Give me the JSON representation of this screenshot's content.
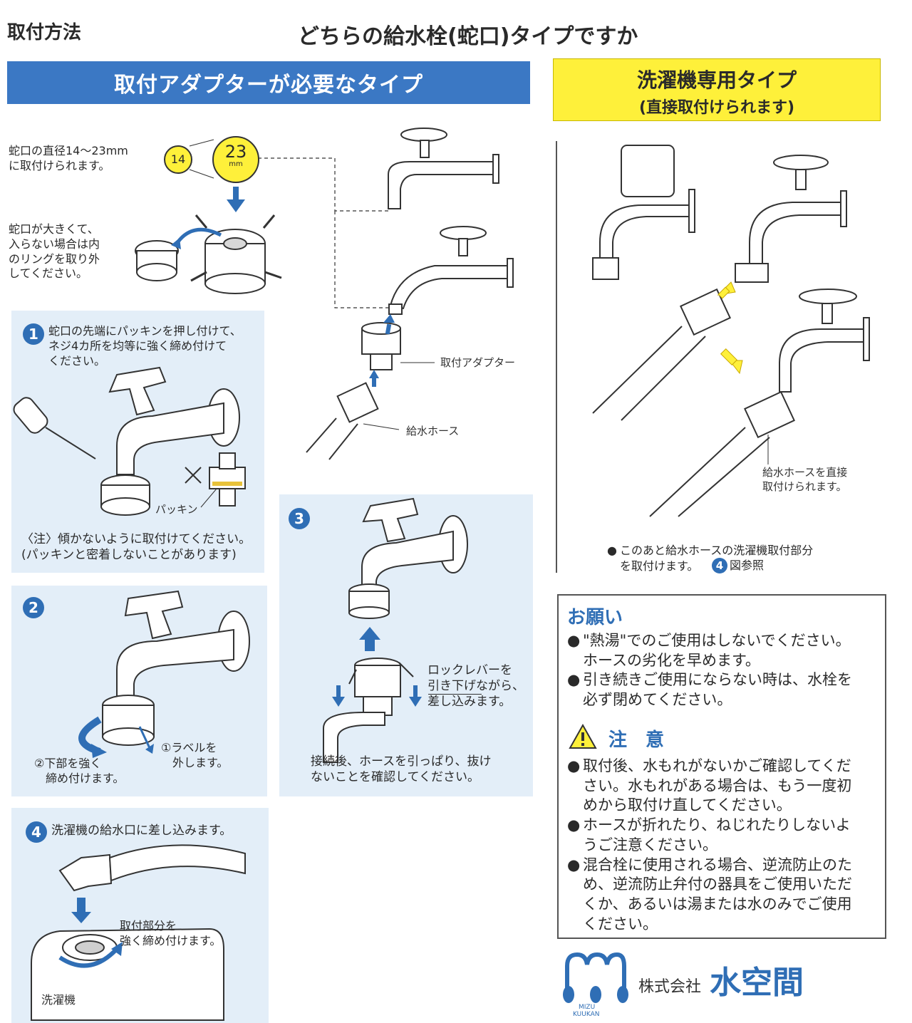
{
  "header": {
    "left_title": "取付方法",
    "center_title": "どちらの給水栓(蛇口)タイプですか"
  },
  "adapter_type": {
    "banner": "取付アダプターが必要なタイプ",
    "diameter_note": "蛇口の直径14〜23mm\nに取付けられます。",
    "size_small": "14",
    "size_large": "23",
    "size_unit": "mm",
    "ring_note": "蛇口が大きくて、\n入らない場合は内\nのリングを取り外\nしてください。",
    "label_adapter": "取付アダプター",
    "label_hose": "給水ホース"
  },
  "direct_type": {
    "banner_line1": "洗濯機専用タイプ",
    "banner_line2": "(直接取付けられます)",
    "label_direct": "給水ホースを直接\n取付けられます。",
    "note_prefix": "このあと給水ホースの洗濯機取付部分\nを取付けます。",
    "note_ref_num": "4",
    "note_ref_text": "図参照"
  },
  "steps": [
    {
      "num": "1",
      "text": "蛇口の先端にパッキンを押し付けて、\nネジ4カ所を均等に強く締め付けて\nください。",
      "label_packing": "パッキン",
      "caution": "〈注〉傾かないように取付けてください。\n(パッキンと密着しないことがあります)"
    },
    {
      "num": "2",
      "label_peel": "①ラベルを\n　外します。",
      "label_tighten": "②下部を強く\n　締め付けます。"
    },
    {
      "num": "3",
      "label_lever": "ロックレバーを\n引き下げながら、\n差し込みます。",
      "after_text": "接続後、ホースを引っぱり、抜け\nないことを確認してください。"
    },
    {
      "num": "4",
      "text": "洗濯機の給水口に差し込みます。",
      "label_tight": "取付部分を\n強く締め付けます。",
      "label_machine": "洗濯機"
    }
  ],
  "request": {
    "title": "お願い",
    "items": [
      "\"熱湯\"でのご使用はしないでください。\nホースの劣化を早めます。",
      "引き続きご使用にならない時は、水栓を\n必ず閉めてください。"
    ]
  },
  "caution": {
    "title": "注　意",
    "icon": "warning-triangle-icon",
    "items": [
      "取付後、水もれがないかご確認してくだ\nさい。水もれがある場合は、もう一度初\nめから取付け直してください。",
      "ホースが折れたり、ねじれたりしないよ\nうご注意ください。",
      "混合栓に使用される場合、逆流防止のた\nめ、逆流防止弁付の器具をご使用いただ\nくか、あるいは湯または水のみでご使用\nください。"
    ]
  },
  "company": {
    "prefix": "株式会社",
    "name": "水空間",
    "logo_text_line1": "MIZU",
    "logo_text_line2": "KUUKAN"
  },
  "colors": {
    "brand_blue": "#2f6eb5",
    "banner_blue": "#3b78c4",
    "banner_yellow": "#fef03a",
    "panel_blue": "#e3eef8",
    "size_circle_yellow": "#fef03a"
  }
}
